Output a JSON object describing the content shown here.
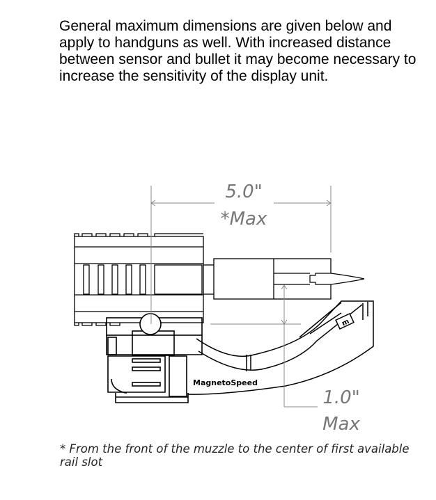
{
  "intro_text": "General maximum dimensions are given below and apply to handguns as well.  With increased distance between sensor and bullet it may become necessary to increase the sensitivity of the display unit.",
  "diagram": {
    "length_value": "5.0\"",
    "length_label": "*Max",
    "offset_value": "1.0\"",
    "offset_label": "Max",
    "brand_logo": "MagnetoSpeed",
    "badge_letter": "m"
  },
  "footnote": "* From the front of the muzzle to the center of first available rail slot"
}
